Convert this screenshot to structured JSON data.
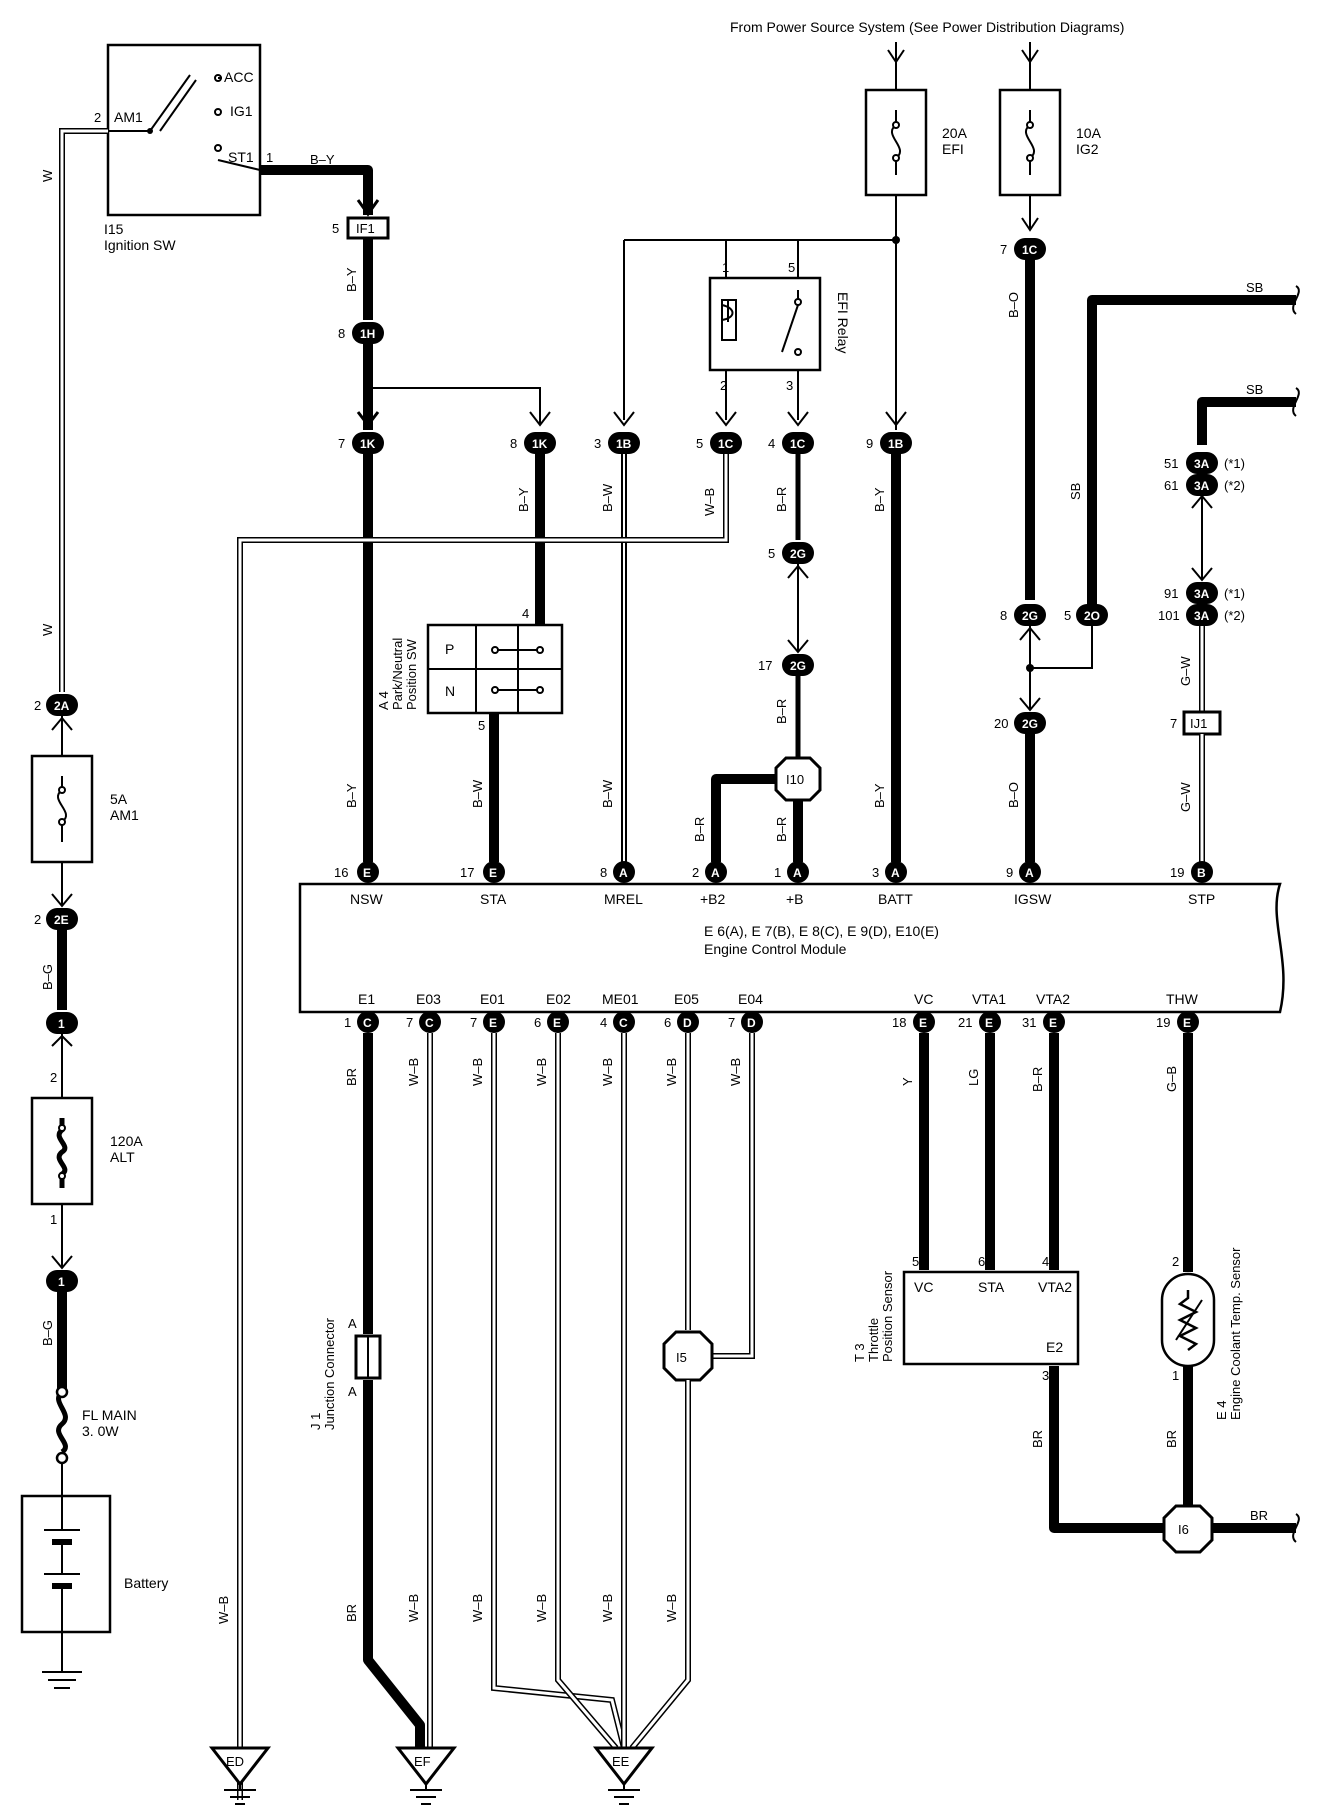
{
  "header": {
    "source_note": "From Power Source System (See Power Distribution Diagrams)"
  },
  "ignition_switch": {
    "id": "I15",
    "name": "Ignition SW",
    "terminals": [
      "AM1",
      "ACC",
      "IG1",
      "ST1"
    ],
    "pin_am1": "2",
    "pin_st1": "1"
  },
  "fuses": {
    "efi": {
      "rating": "20A",
      "name": "EFI"
    },
    "ig2": {
      "rating": "10A",
      "name": "IG2"
    },
    "am1": {
      "rating": "5A",
      "name": "AM1"
    },
    "alt": {
      "rating": "120A",
      "name": "ALT",
      "pin_top": "2",
      "pin_bottom": "1"
    },
    "fl_main": {
      "name": "FL MAIN",
      "rating": "3. 0W"
    }
  },
  "relay": {
    "name": "EFI Relay",
    "pins": [
      "1",
      "5",
      "2",
      "3"
    ]
  },
  "battery": {
    "name": "Battery"
  },
  "pn_switch": {
    "id": "A 4",
    "name_line1": "Park/Neutral",
    "name_line2": "Position SW",
    "positions": [
      "P",
      "N"
    ],
    "pin_top": "4",
    "pin_bottom": "5"
  },
  "ecm": {
    "connectors": "E 6(A), E 7(B), E 8(C), E 9(D), E10(E)",
    "name": "Engine Control Module",
    "top_terminals": [
      {
        "name": "NSW",
        "pin": "16",
        "conn": "E"
      },
      {
        "name": "STA",
        "pin": "17",
        "conn": "E"
      },
      {
        "name": "MREL",
        "pin": "8",
        "conn": "A"
      },
      {
        "name": "+B2",
        "pin": "2",
        "conn": "A"
      },
      {
        "name": "+B",
        "pin": "1",
        "conn": "A"
      },
      {
        "name": "BATT",
        "pin": "3",
        "conn": "A"
      },
      {
        "name": "IGSW",
        "pin": "9",
        "conn": "A"
      },
      {
        "name": "STP",
        "pin": "19",
        "conn": "B"
      }
    ],
    "bottom_terminals": [
      {
        "name": "E1",
        "pin": "1",
        "conn": "C"
      },
      {
        "name": "E03",
        "pin": "7",
        "conn": "C"
      },
      {
        "name": "E01",
        "pin": "7",
        "conn": "E"
      },
      {
        "name": "E02",
        "pin": "6",
        "conn": "E"
      },
      {
        "name": "ME01",
        "pin": "4",
        "conn": "C"
      },
      {
        "name": "E05",
        "pin": "6",
        "conn": "D"
      },
      {
        "name": "E04",
        "pin": "7",
        "conn": "D"
      },
      {
        "name": "VC",
        "pin": "18",
        "conn": "E"
      },
      {
        "name": "VTA1",
        "pin": "21",
        "conn": "E"
      },
      {
        "name": "VTA2",
        "pin": "31",
        "conn": "E"
      },
      {
        "name": "THW",
        "pin": "19",
        "conn": "E"
      }
    ]
  },
  "throttle_sensor": {
    "id": "T 3",
    "name_line1": "Throttle",
    "name_line2": "Position Sensor",
    "terminals": [
      "VC",
      "STA",
      "VTA2",
      "E2"
    ],
    "pins": [
      "5",
      "6",
      "4",
      "3"
    ]
  },
  "coolant_sensor": {
    "id": "E 4",
    "name": "Engine Coolant Temp. Sensor",
    "pin_top": "2",
    "pin_bottom": "1"
  },
  "junction_connector": {
    "id": "J 1",
    "name": "Junction Connector",
    "pins": [
      "A",
      "A"
    ]
  },
  "splices": [
    "I10",
    "I5",
    "I6"
  ],
  "grounds": [
    "ED",
    "EF",
    "EE"
  ],
  "connectors": {
    "if1": {
      "label": "IF1",
      "pin": "5"
    },
    "c1h": {
      "label": "1H",
      "pin": "8"
    },
    "c1k_a": {
      "label": "1K",
      "pin": "7"
    },
    "c1k_b": {
      "label": "1K",
      "pin": "8"
    },
    "c1b_a": {
      "label": "1B",
      "pin": "3"
    },
    "c1c_a": {
      "label": "1C",
      "pin": "5"
    },
    "c1c_b": {
      "label": "1C",
      "pin": "4"
    },
    "c1b_b": {
      "label": "1B",
      "pin": "9"
    },
    "c1c_top": {
      "label": "1C",
      "pin": "7"
    },
    "c2g_5": {
      "label": "2G",
      "pin": "5"
    },
    "c2g_17": {
      "label": "2G",
      "pin": "17"
    },
    "c2g_8": {
      "label": "2G",
      "pin": "8"
    },
    "c2o": {
      "label": "2O",
      "pin": "5"
    },
    "c2g_20": {
      "label": "2G",
      "pin": "20"
    },
    "c3a_51": {
      "label": "3A",
      "pin": "51",
      "note": "(*1)"
    },
    "c3a_61": {
      "label": "3A",
      "pin": "61",
      "note": "(*2)"
    },
    "c3a_91": {
      "label": "3A",
      "pin": "91",
      "note": "(*1)"
    },
    "c3a_101": {
      "label": "3A",
      "pin": "101",
      "note": "(*2)"
    },
    "ij1": {
      "label": "IJ1",
      "pin": "7"
    },
    "c2a": {
      "label": "2A",
      "pin": "2"
    },
    "c2e": {
      "label": "2E",
      "pin": "2"
    },
    "c1_a": {
      "label": "1"
    },
    "c1_b": {
      "label": "1"
    }
  },
  "wire_colors": {
    "w": "W",
    "by": "B–Y",
    "bw": "B–W",
    "wb": "W–B",
    "br_col": "B–R",
    "bo": "B–O",
    "sb": "SB",
    "gw": "G–W",
    "bg": "B–G",
    "br": "BR",
    "y": "Y",
    "lg": "LG",
    "gb": "G–B"
  }
}
